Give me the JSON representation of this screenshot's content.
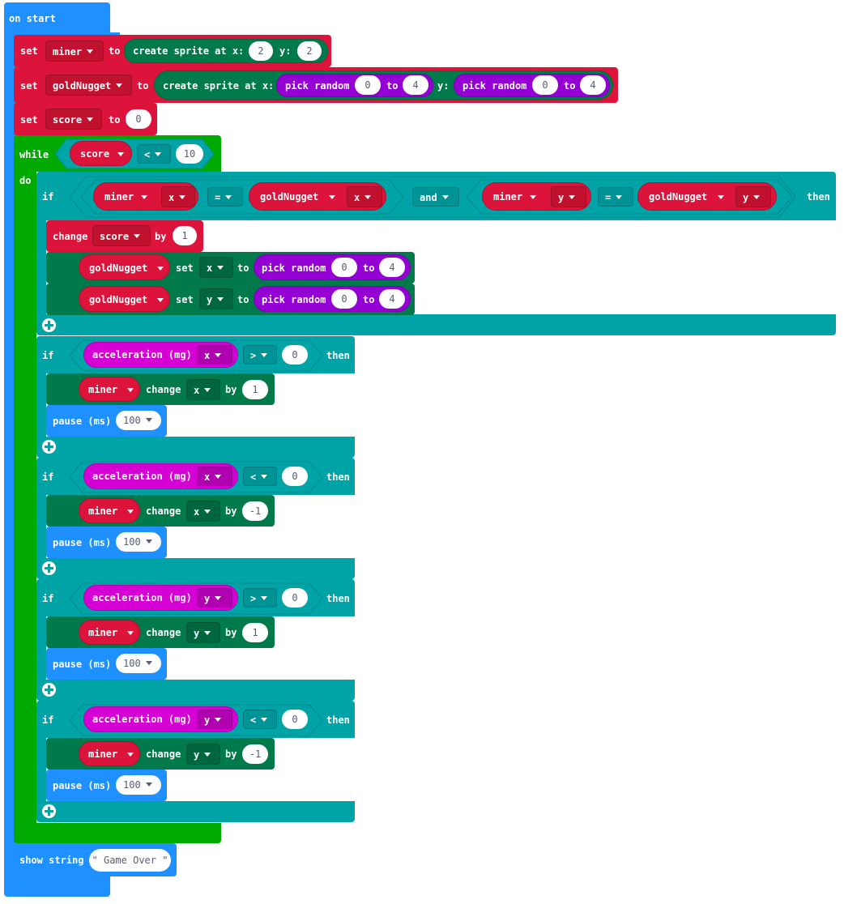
{
  "on_start": {
    "label": "on start"
  },
  "set_miner": {
    "set": "set",
    "var": "miner",
    "to": "to",
    "create": "create sprite at x:",
    "x": "2",
    "ylabel": "y:",
    "y": "2"
  },
  "set_gold": {
    "set": "set",
    "var": "goldNugget",
    "to": "to",
    "create": "create sprite at x:",
    "pick1": "pick random",
    "a1": "0",
    "to1": "to",
    "b1": "4",
    "ylabel": "y:",
    "pick2": "pick random",
    "a2": "0",
    "to2": "to",
    "b2": "4"
  },
  "set_score": {
    "set": "set",
    "var": "score",
    "to": "to",
    "value": "0"
  },
  "while_loop": {
    "while": "while",
    "var": "score",
    "op": "<",
    "value": "10",
    "do": "do"
  },
  "if_catch": {
    "if": "if",
    "s1": "miner",
    "p1": "x",
    "eq1": "=",
    "s2": "goldNugget",
    "p2": "x",
    "and": "and",
    "s3": "miner",
    "p3": "y",
    "eq2": "=",
    "s4": "goldNugget",
    "p4": "y",
    "then": "then",
    "change": "change",
    "change_var": "score",
    "by": "by",
    "by_value": "1",
    "set_x": {
      "sprite": "goldNugget",
      "set": "set",
      "prop": "x",
      "to": "to",
      "pick": "pick random",
      "a": "0",
      "to2": "to",
      "b": "4"
    },
    "set_y": {
      "sprite": "goldNugget",
      "set": "set",
      "prop": "y",
      "to": "to",
      "pick": "pick random",
      "a": "0",
      "to2": "to",
      "b": "4"
    }
  },
  "tilt_blocks": [
    {
      "if": "if",
      "accel": "acceleration (mg)",
      "axis": "x",
      "op": ">",
      "value": "0",
      "then": "then",
      "sprite": "miner",
      "change": "change",
      "prop": "x",
      "by": "by",
      "delta": "1",
      "pause": "pause (ms)",
      "ms": "100"
    },
    {
      "if": "if",
      "accel": "acceleration (mg)",
      "axis": "x",
      "op": "<",
      "value": "0",
      "then": "then",
      "sprite": "miner",
      "change": "change",
      "prop": "x",
      "by": "by",
      "delta": "-1",
      "pause": "pause (ms)",
      "ms": "100"
    },
    {
      "if": "if",
      "accel": "acceleration (mg)",
      "axis": "y",
      "op": ">",
      "value": "0",
      "then": "then",
      "sprite": "miner",
      "change": "change",
      "prop": "y",
      "by": "by",
      "delta": "1",
      "pause": "pause (ms)",
      "ms": "100"
    },
    {
      "if": "if",
      "accel": "acceleration (mg)",
      "axis": "y",
      "op": "<",
      "value": "0",
      "then": "then",
      "sprite": "miner",
      "change": "change",
      "prop": "y",
      "by": "by",
      "delta": "-1",
      "pause": "pause (ms)",
      "ms": "100"
    }
  ],
  "show_string": {
    "label": "show string",
    "text": "\" Game Over \""
  },
  "colors": {
    "basic": "#1e90ff",
    "variables": "#dc143c",
    "loops": "#00aa00",
    "logic": "#00a4a6",
    "sprites": "#007a4b",
    "math": "#9400d3",
    "input": "#d400d4"
  }
}
